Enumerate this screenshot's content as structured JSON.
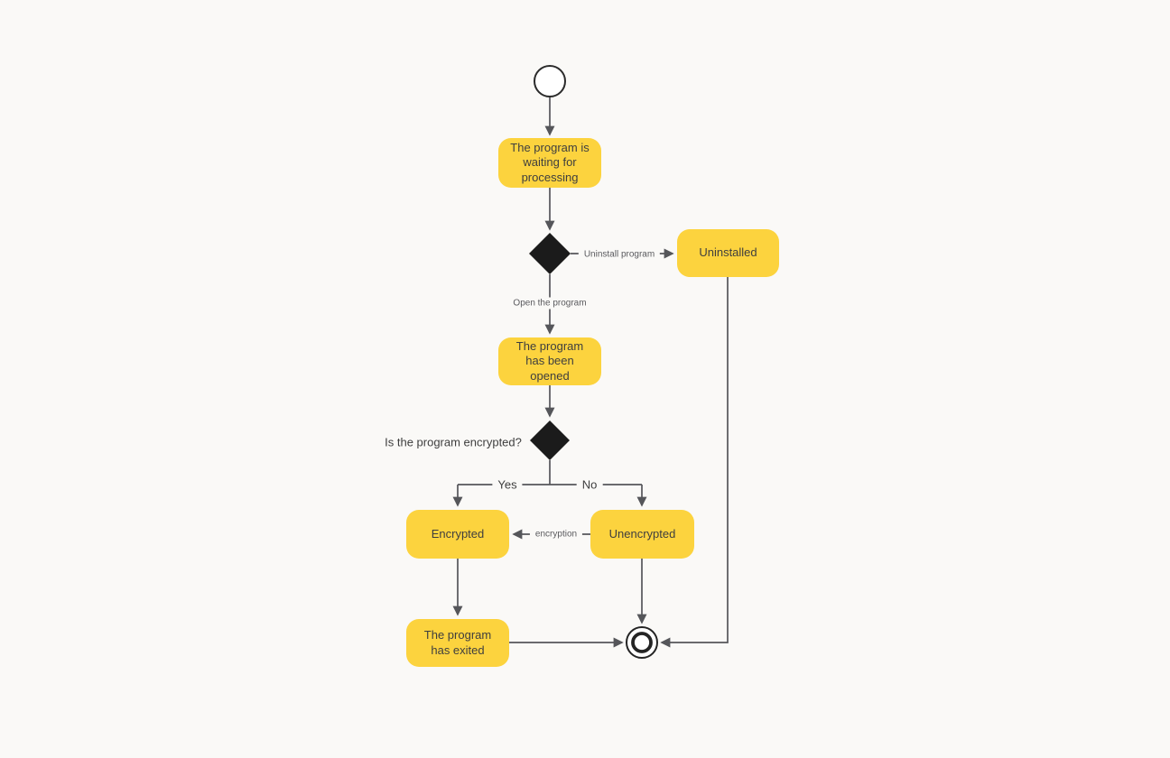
{
  "diagram": {
    "title": "program-lifecycle-activity-diagram",
    "colors": {
      "background": "#FAF9F7",
      "node_fill": "#FCD33E",
      "node_text": "#3E3E3E",
      "connector": "#55565A",
      "decision_fill": "#1B1B1B",
      "terminal_stroke": "#242424"
    },
    "nodes": {
      "start": {
        "type": "initial-node"
      },
      "waiting": {
        "label": "The program is waiting for processing"
      },
      "uninstalled": {
        "label": "Uninstalled"
      },
      "opened": {
        "label": "The program has been opened"
      },
      "encrypted": {
        "label": "Encrypted"
      },
      "unencrypted": {
        "label": "Unencrypted"
      },
      "exited": {
        "label": "The program has exited"
      },
      "end": {
        "type": "final-node"
      }
    },
    "edge_labels": {
      "uninstall": "Uninstall program",
      "open": "Open the program",
      "question": "Is the program encrypted?",
      "yes": "Yes",
      "no": "No",
      "encryption": "encryption"
    }
  }
}
